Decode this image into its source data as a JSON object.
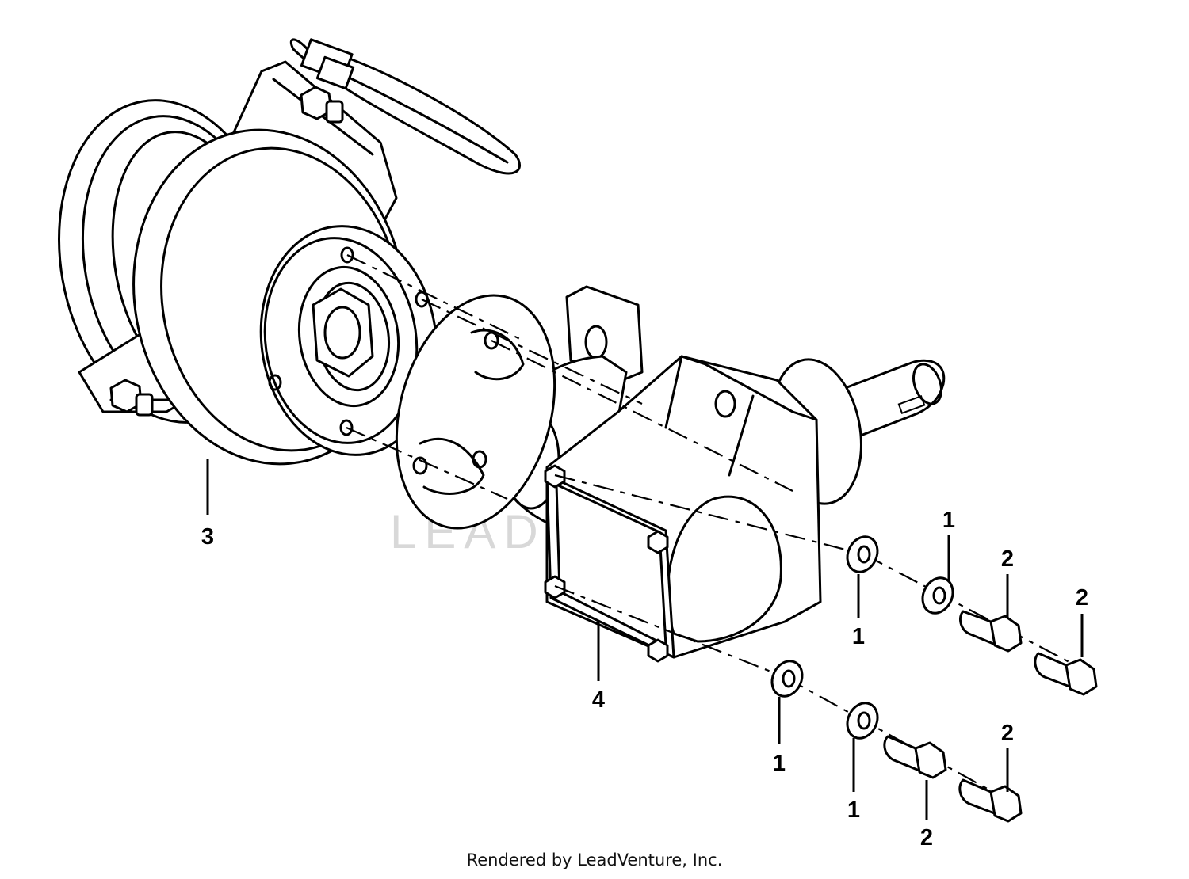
{
  "watermark": "LEADVENTURE",
  "footer": "Rendered by LeadVenture, Inc.",
  "callouts": [
    {
      "id": "clutch",
      "label": "3"
    },
    {
      "id": "gearbox",
      "label": "4"
    },
    {
      "id": "washer-a-upper",
      "label": "1"
    },
    {
      "id": "washer-a-lower",
      "label": "1"
    },
    {
      "id": "washer-b-upper",
      "label": "1"
    },
    {
      "id": "washer-b-lower",
      "label": "1"
    },
    {
      "id": "bolt-a-upper",
      "label": "2"
    },
    {
      "id": "bolt-a-lower",
      "label": "2"
    },
    {
      "id": "bolt-b-upper",
      "label": "2"
    },
    {
      "id": "bolt-b-lower",
      "label": "2"
    }
  ]
}
